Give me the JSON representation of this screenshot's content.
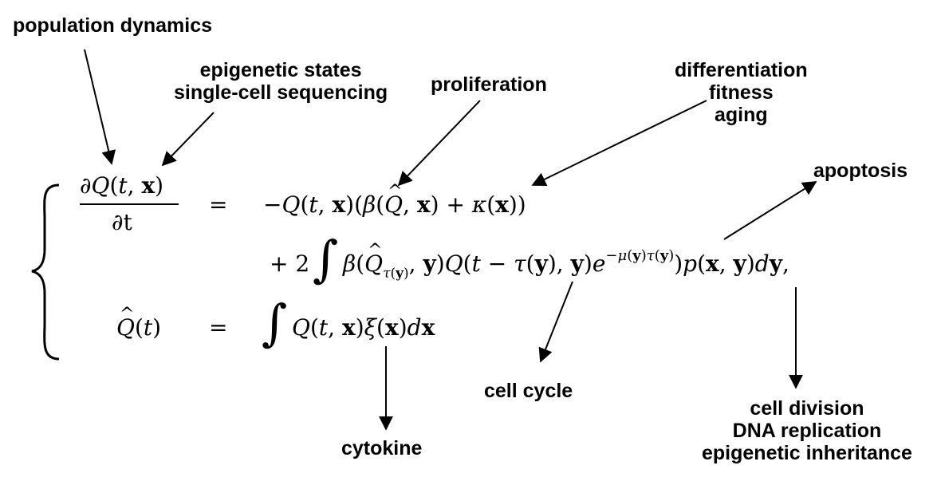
{
  "labels": {
    "population_dynamics": "population dynamics",
    "epigenetic_states": "epigenetic states",
    "single_cell_sequencing": "single-cell sequencing",
    "proliferation": "proliferation",
    "differentiation": "differentiation",
    "fitness": "fitness",
    "aging": "aging",
    "apoptosis": "apoptosis",
    "cell_cycle": "cell cycle",
    "cytokine": "cytokine",
    "cell_division": "cell division",
    "dna_replication": "DNA replication",
    "epigenetic_inheritance": "epigenetic inheritance"
  },
  "equation": {
    "numerator": "∂Q(t, x)",
    "denominator": "∂t",
    "equals": "=",
    "line1": "−Q(t, x)(β(Q̂, x) + κ(x))",
    "line2": "+ 2 ∫ β(Q̂τ(y), y)Q(t − τ(y), y)e−μ(y)τ(y))p(x, y)dy,",
    "line3_lhs": "Q̂(t)",
    "line3_rhs": "∫ Q(t, x)ξ(x)dx"
  }
}
